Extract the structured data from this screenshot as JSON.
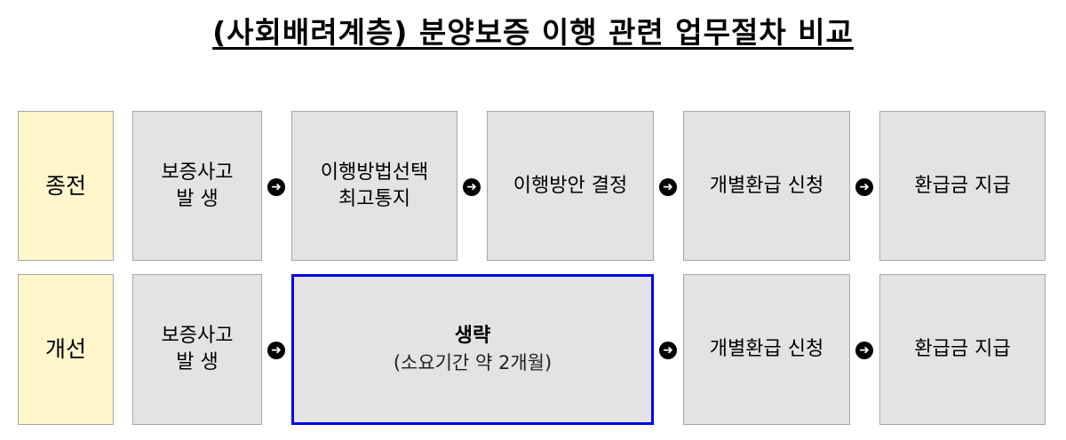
{
  "title": "(사회배려계층) 분양보증 이행 관련 업무절차 비교",
  "rows": [
    {
      "label": "종전",
      "steps": [
        [
          "보증사고",
          "발 생"
        ],
        [
          "이행방법선택",
          "최고통지"
        ],
        [
          "이행방안 결정"
        ],
        [
          "개별환급 신청"
        ],
        [
          "환급금 지급"
        ]
      ]
    },
    {
      "label": "개선",
      "steps": [
        [
          "보증사고",
          "발 생"
        ],
        [
          "생략",
          "(소요기간 약 2개월)"
        ],
        [
          "개별환급 신청"
        ],
        [
          "환급금 지급"
        ]
      ]
    }
  ],
  "arrow_icon": "➲",
  "colors": {
    "label_bg": "#fff6cc",
    "box_bg": "#e3e3e3",
    "highlight_border": "#0000e6"
  }
}
